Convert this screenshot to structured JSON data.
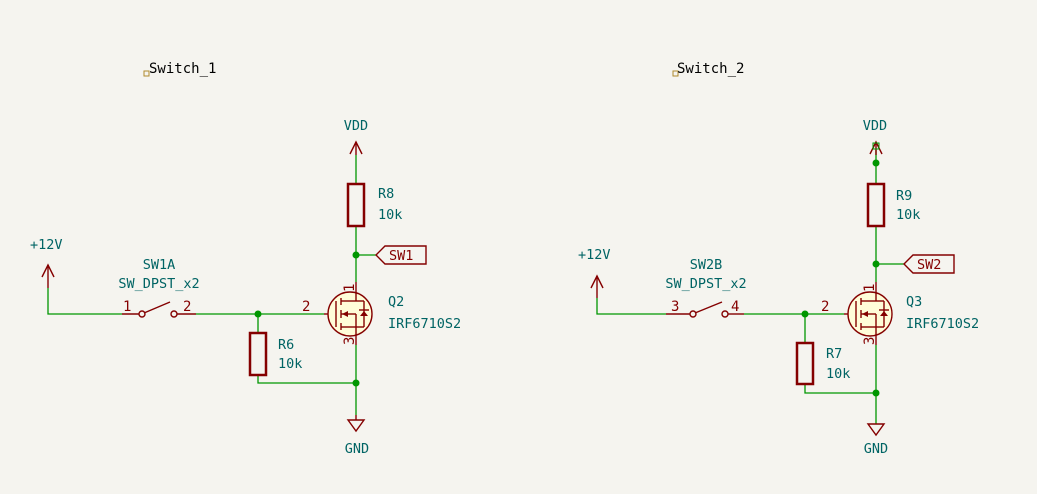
{
  "notes": [
    "Switch_1",
    "Switch_2"
  ],
  "circuits": [
    {
      "power_in": "+12V",
      "switch": {
        "ref": "SW1A",
        "value": "SW_DPST_x2",
        "pin_a": "1",
        "pin_b": "2"
      },
      "pulldown": {
        "ref": "R6",
        "value": "10k"
      },
      "pullup": {
        "ref": "R8",
        "value": "10k"
      },
      "mosfet": {
        "ref": "Q2",
        "value": "IRF6710S2",
        "gate_pin": "2",
        "drain_pin": "1",
        "source_pin": "3"
      },
      "supply": "VDD",
      "ground": "GND",
      "net_label": "SW1"
    },
    {
      "power_in": "+12V",
      "switch": {
        "ref": "SW2B",
        "value": "SW_DPST_x2",
        "pin_a": "3",
        "pin_b": "4"
      },
      "pulldown": {
        "ref": "R7",
        "value": "10k"
      },
      "pullup": {
        "ref": "R9",
        "value": "10k"
      },
      "mosfet": {
        "ref": "Q3",
        "value": "IRF6710S2",
        "gate_pin": "2",
        "drain_pin": "1",
        "source_pin": "3"
      },
      "supply": "VDD",
      "ground": "GND",
      "net_label": "SW2"
    }
  ],
  "colors": {
    "background": "#f5f4ef",
    "wire": "#009600",
    "component": "#840000",
    "reference_text": "#006464"
  }
}
